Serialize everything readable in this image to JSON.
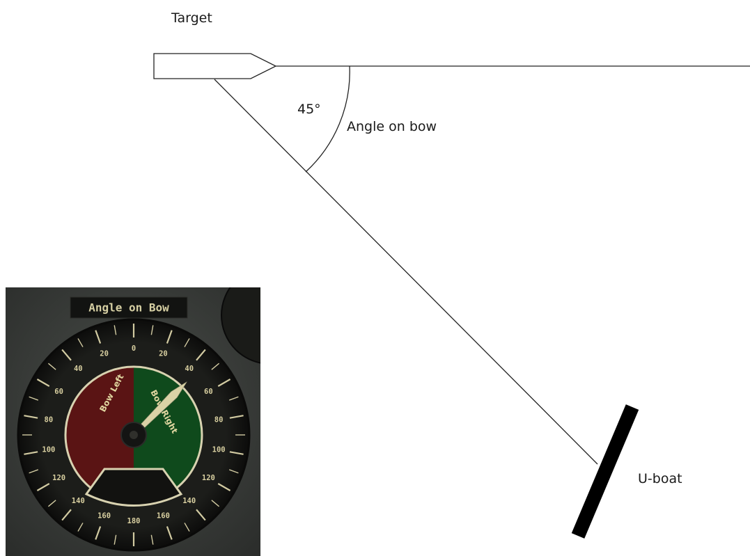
{
  "diagram": {
    "target_label": "Target",
    "angle_value": "45°",
    "angle_label": "Angle on bow",
    "uboat_label": "U-boat"
  },
  "gauge": {
    "title": "Angle on Bow",
    "bow_left": "Bow Left",
    "bow_right": "Bow Right",
    "needle_value_deg": 45,
    "scale_numbers": [
      {
        "deg": 0,
        "text": "0"
      },
      {
        "deg": 20,
        "text": "20"
      },
      {
        "deg": 40,
        "text": "40"
      },
      {
        "deg": 60,
        "text": "60"
      },
      {
        "deg": 80,
        "text": "80"
      },
      {
        "deg": 100,
        "text": "100"
      },
      {
        "deg": 120,
        "text": "120"
      },
      {
        "deg": 140,
        "text": "140"
      },
      {
        "deg": 160,
        "text": "160"
      },
      {
        "deg": 180,
        "text": "180"
      },
      {
        "deg": -20,
        "text": "20"
      },
      {
        "deg": -40,
        "text": "40"
      },
      {
        "deg": -60,
        "text": "60"
      },
      {
        "deg": -80,
        "text": "80"
      },
      {
        "deg": -100,
        "text": "100"
      },
      {
        "deg": -120,
        "text": "120"
      },
      {
        "deg": -140,
        "text": "140"
      },
      {
        "deg": -160,
        "text": "160"
      }
    ],
    "colors": {
      "left_sector": "#5a1414",
      "right_sector": "#0f4a1c",
      "bezel": "#161714",
      "panel": "#3a3d3a",
      "needle": "#d9d2a6"
    }
  }
}
